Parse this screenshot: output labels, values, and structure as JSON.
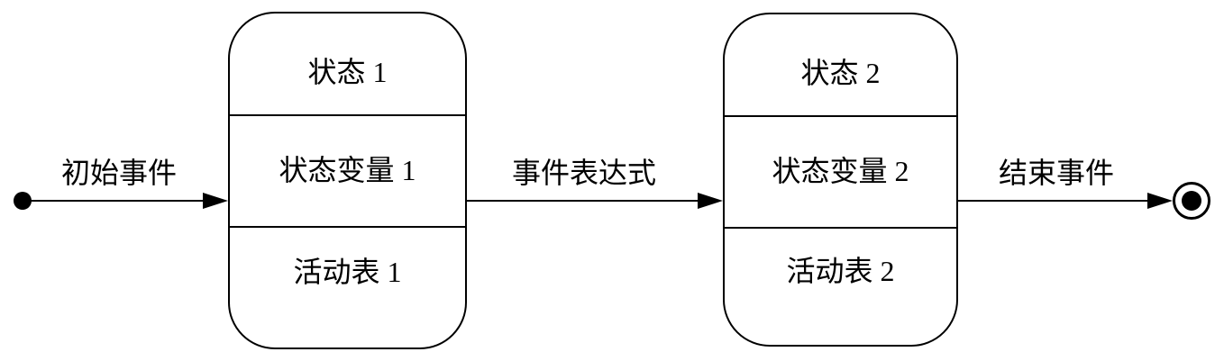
{
  "diagram": {
    "type": "uml-state-diagram",
    "colors": {
      "line": "#000000",
      "background": "#ffffff"
    },
    "initial_state": {
      "icon": "filled-circle"
    },
    "final_state": {
      "icon": "bullseye-circle"
    },
    "transitions": [
      {
        "label": "初始事件",
        "from": "initial-state",
        "to": "状态 1"
      },
      {
        "label": "事件表达式",
        "from": "状态 1",
        "to": "状态 2"
      },
      {
        "label": "结束事件",
        "from": "状态 2",
        "to": "final-state"
      }
    ],
    "states": [
      {
        "name": "状态 1",
        "state_variable": "状态变量 1",
        "activity_table": "活动表 1"
      },
      {
        "name": "状态 2",
        "state_variable": "状态变量 2",
        "activity_table": "活动表 2"
      }
    ]
  }
}
